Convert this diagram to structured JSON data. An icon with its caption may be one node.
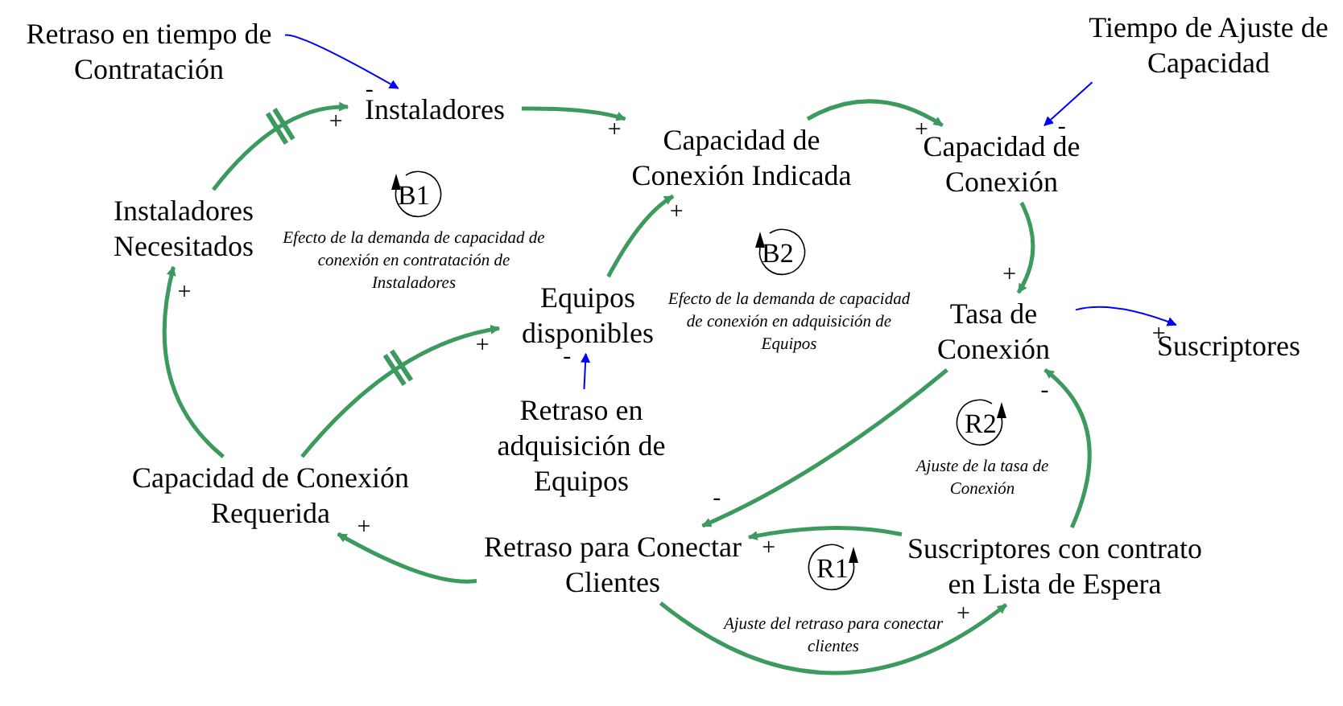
{
  "diagram": {
    "nodes": [
      {
        "text": [
          "Retraso en tiempo de Contratación"
        ]
      },
      {
        "text": [
          "Instaladores"
        ]
      },
      {
        "text": [
          "Capacidad de Conexión Indicada"
        ]
      },
      {
        "text": [
          "Tiempo de Ajuste de Capacidad"
        ]
      },
      {
        "text": [
          "Capacidad de Conexión"
        ]
      },
      {
        "text": [
          "Instaladores Necesitados"
        ]
      },
      {
        "text": [
          "Equipos disponibles"
        ]
      },
      {
        "text": [
          "Tasa de Conexión"
        ]
      },
      {
        "text": [
          "Suscriptores"
        ]
      },
      {
        "text": [
          "Retraso en adquisición de Equipos"
        ]
      },
      {
        "text": [
          "Capacidad de Conexión Requerida"
        ]
      },
      {
        "text": [
          "Retraso para Conectar Clientes"
        ]
      },
      {
        "text": [
          "Suscriptores con contrato en Lista de Espera"
        ]
      }
    ],
    "edges": [
      {
        "from": 0,
        "to": 1,
        "arrow": "to",
        "label": "-",
        "color": "#0000ff"
      },
      {
        "from": 5,
        "to": 1,
        "arrow": "to",
        "label": "+"
      },
      {
        "from": 1,
        "to": 2,
        "arrow": "to",
        "label": "+"
      },
      {
        "from": 6,
        "to": 2,
        "arrow": "to",
        "label": "+"
      },
      {
        "from": 2,
        "to": 4,
        "arrow": "to",
        "label": "+"
      },
      {
        "from": 3,
        "to": 4,
        "arrow": "to",
        "label": "-",
        "color": "#0000ff"
      },
      {
        "from": 4,
        "to": 7,
        "arrow": "to",
        "label": "+"
      },
      {
        "from": 7,
        "to": 8,
        "arrow": "to",
        "label": "+",
        "color": "#0000ff"
      },
      {
        "from": 10,
        "to": 5,
        "arrow": "to",
        "label": "+"
      },
      {
        "from": 10,
        "to": 6,
        "arrow": "to",
        "label": "+"
      },
      {
        "from": 9,
        "to": 6,
        "arrow": "to",
        "label": "-",
        "color": "#0000ff"
      },
      {
        "from": 7,
        "to": 11,
        "arrow": "to",
        "label": "-"
      },
      {
        "from": 12,
        "to": 11,
        "arrow": "to",
        "label": "+"
      },
      {
        "from": 12,
        "to": 7,
        "arrow": "to",
        "label": "-"
      },
      {
        "from": 11,
        "to": 10,
        "arrow": "to",
        "label": "+"
      },
      {
        "from": 11,
        "to": 12,
        "arrow": "to",
        "label": "+"
      }
    ],
    "labels": [
      "B1",
      "Efecto de la demanda de capacidad de conexión en contratación de Instaladores",
      "B2",
      "Efecto de la demanda de capacidad de conexión en adquisición de Equipos",
      "R2",
      "Ajuste de la tasa de Conexión",
      "R1",
      "Ajuste del retraso para conectar clientes"
    ]
  }
}
